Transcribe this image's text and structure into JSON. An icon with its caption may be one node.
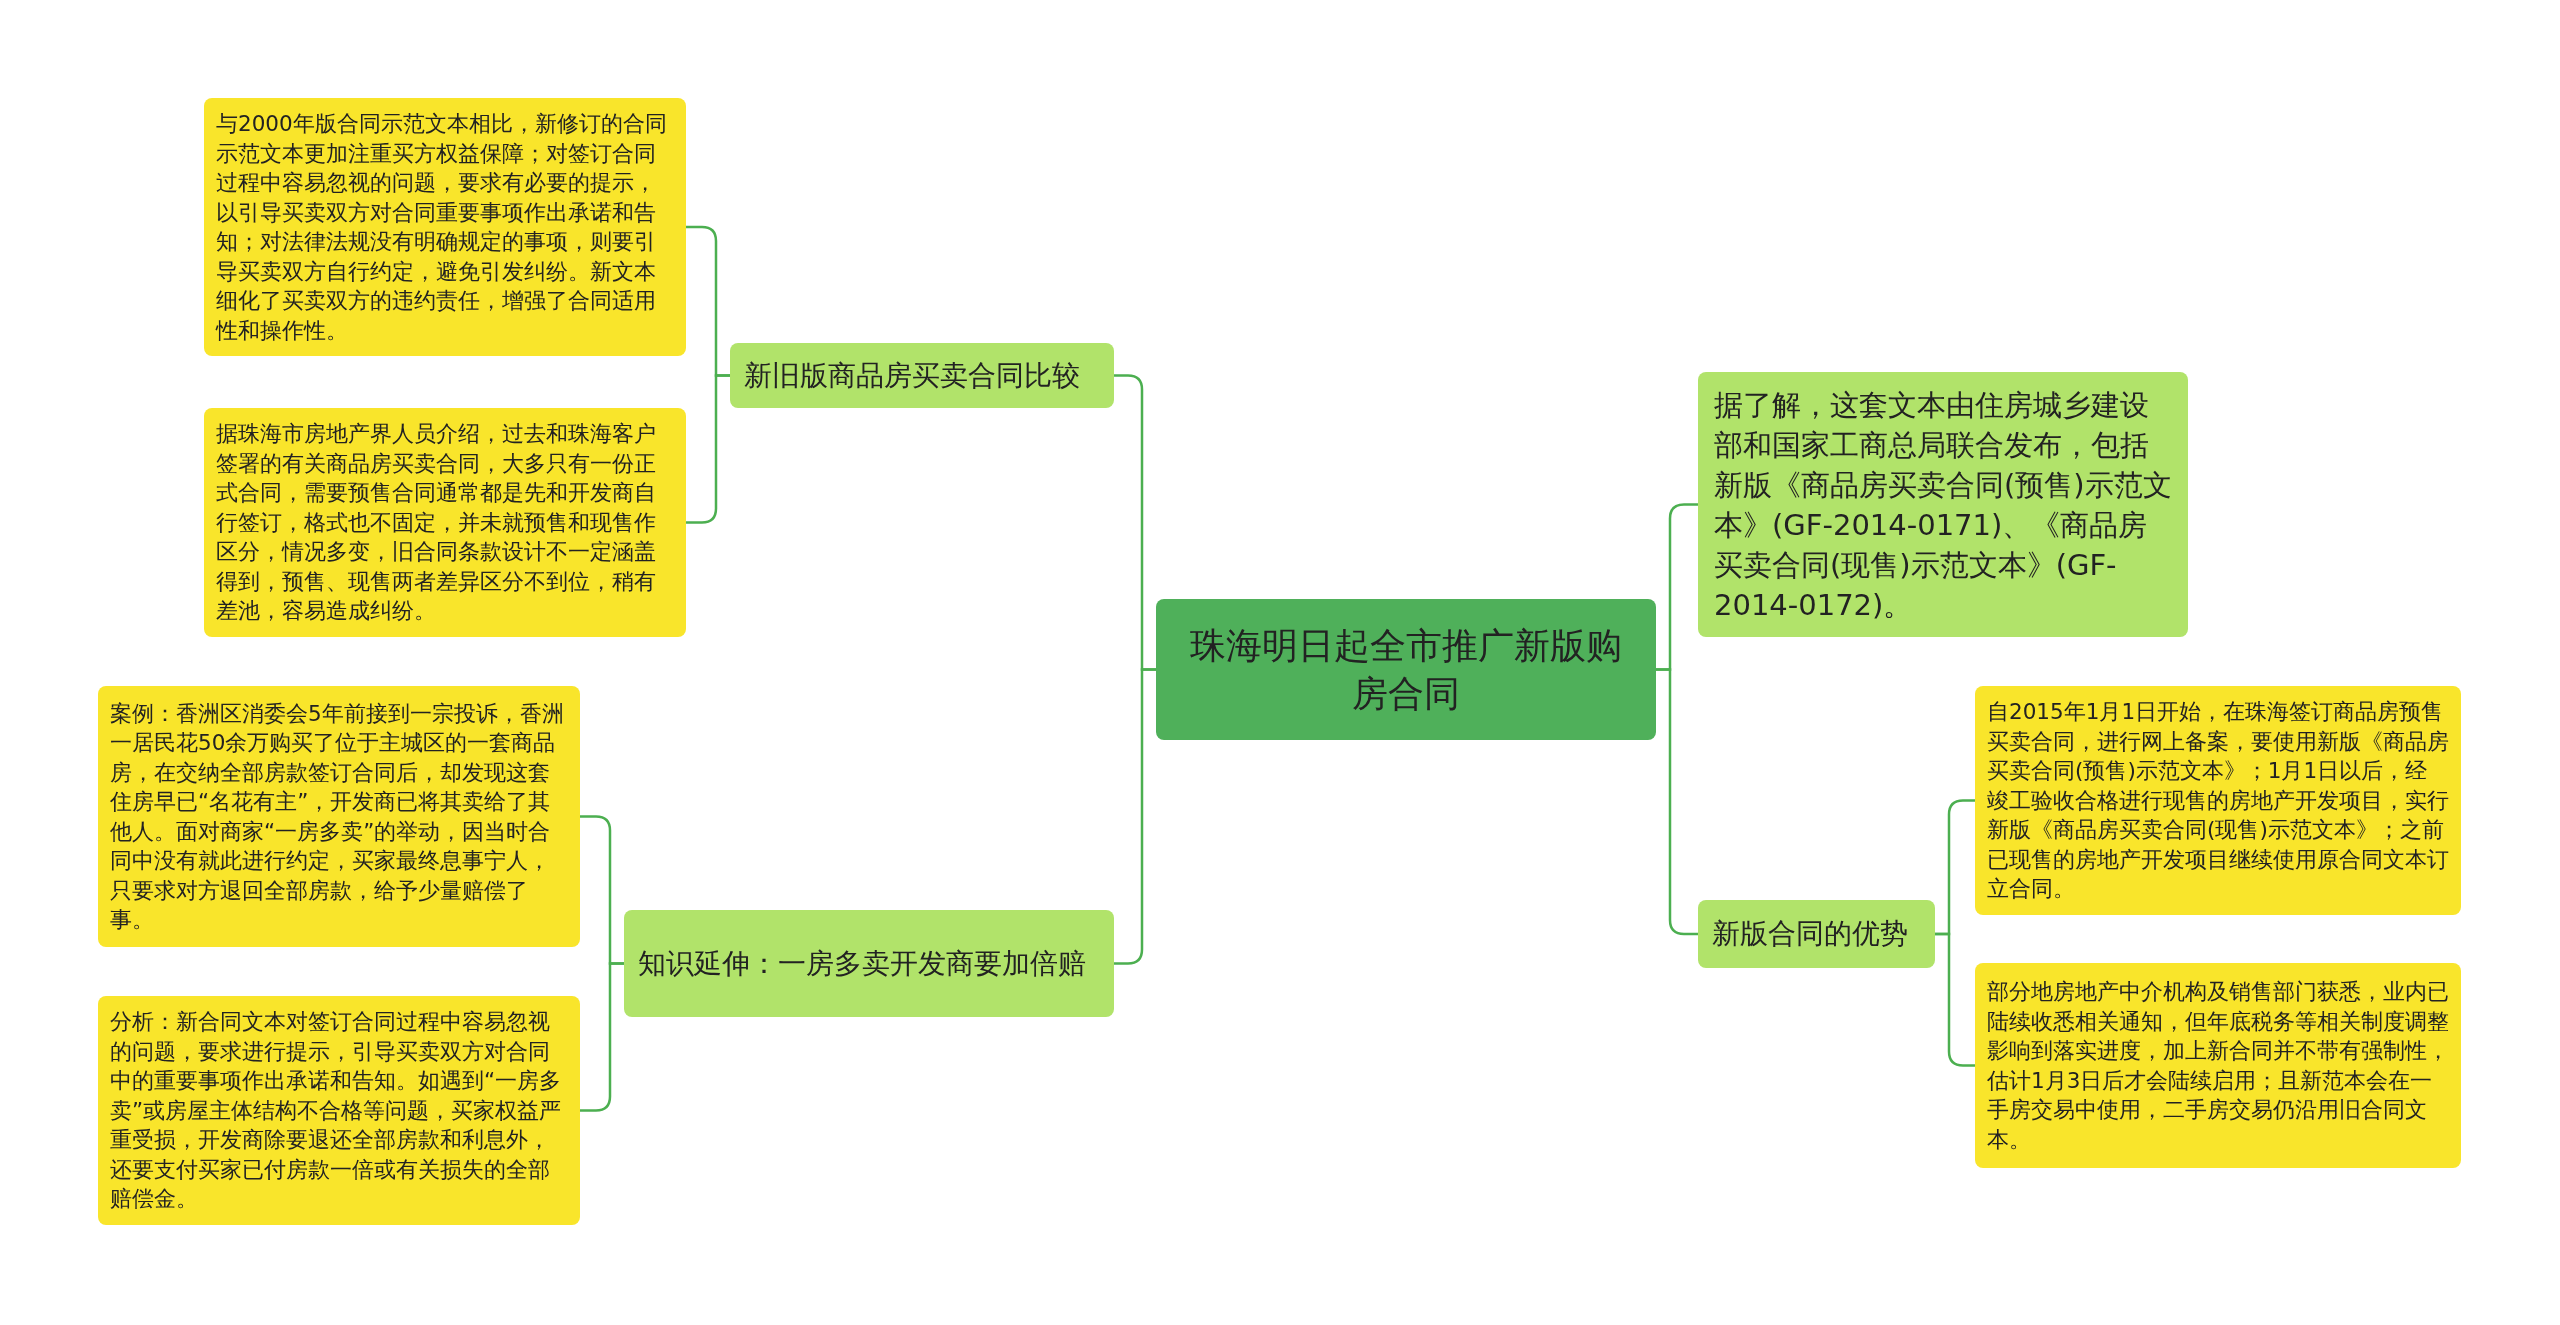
{
  "diagram": {
    "nodes": [
      {
        "text": [
          "珠海明日起全市推广新版购房合同"
        ]
      },
      {
        "text": [
          "新旧版商品房买卖合同比较"
        ]
      },
      {
        "text": [
          "与2000年版合同示范文本相比，新修订的合同示范文本更加注重买方权益保障；对签订合同过程中容易忽视的问题，要求有必要的提示，以引导买卖双方对合同重要事项作出承诺和告知；对法律法规没有明确规定的事项，则要引导买卖双方自行约定，避免引发纠纷。新文本细化了买卖双方的违约责任，增强了合同适用性和操作性。"
        ]
      },
      {
        "text": [
          "据珠海市房地产界人员介绍，过去和珠海客户签署的有关商品房买卖合同，大多只有一份正式合同，需要预售合同通常都是先和开发商自行签订，格式也不固定，并未就预售和现售作区分，情况多变，旧合同条款设计不一定涵盖得到，预售、现售两者差异区分不到位，稍有差池，容易造成纠纷。"
        ]
      },
      {
        "text": [
          "知识延伸：一房多卖开发商要加倍赔"
        ]
      },
      {
        "text": [
          "案例：香洲区消委会5年前接到一宗投诉，香洲一居民花50余万购买了位于主城区的一套商品房，在交纳全部房款签订合同后，却发现这套住房早已“名花有主”，开发商已将其卖给了其他人。面对商家“一房多卖”的举动，因当时合同中没有就此进行约定，买家最终息事宁人，只要求对方退回全部房款，给予少量赔偿了事。"
        ]
      },
      {
        "text": [
          "分析：新合同文本对签订合同过程中容易忽视的问题，要求进行提示，引导买卖双方对合同中的重要事项作出承诺和告知。如遇到“一房多卖”或房屋主体结构不合格等问题，买家权益严重受损，开发商除要退还全部房款和利息外，还要支付买家已付房款一倍或有关损失的全部赔偿金。"
        ]
      },
      {
        "text": [
          "据了解，这套文本由住房城乡建设部和国家工商总局联合发布，包括新版《商品房买卖合同(预售)示范文本》(GF-2014-0171)、《商品房买卖合同(现售)示范文本》(GF-2014-0172)。"
        ]
      },
      {
        "text": [
          "新版合同的优势"
        ]
      },
      {
        "text": [
          "自2015年1月1日开始，在珠海签订商品房预售买卖合同，进行网上备案，要使用新版《商品房买卖合同(预售)示范文本》；1月1日以后，经竣工验收合格进行现售的房地产开发项目，实行新版《商品房买卖合同(现售)示范文本》；之前已现售的房地产开发项目继续使用原合同文本订立合同。"
        ]
      },
      {
        "text": [
          "部分地房地产中介机构及销售部门获悉，业内已陆续收悉相关通知，但年底税务等相关制度调整影响到落实进度，加上新合同并不带有强制性，估计1月3日后才会陆续启用；且新范本会在一手房交易中使用，二手房交易仍沿用旧合同文本。"
        ]
      }
    ],
    "edges": [
      {
        "from": 0,
        "to": 1,
        "arrow": "none"
      },
      {
        "from": 1,
        "to": 2,
        "arrow": "none"
      },
      {
        "from": 1,
        "to": 3,
        "arrow": "none"
      },
      {
        "from": 0,
        "to": 4,
        "arrow": "none"
      },
      {
        "from": 4,
        "to": 5,
        "arrow": "none"
      },
      {
        "from": 4,
        "to": 6,
        "arrow": "none"
      },
      {
        "from": 0,
        "to": 7,
        "arrow": "none"
      },
      {
        "from": 0,
        "to": 8,
        "arrow": "none"
      },
      {
        "from": 8,
        "to": 9,
        "arrow": "none"
      },
      {
        "from": 8,
        "to": 10,
        "arrow": "none"
      }
    ]
  }
}
